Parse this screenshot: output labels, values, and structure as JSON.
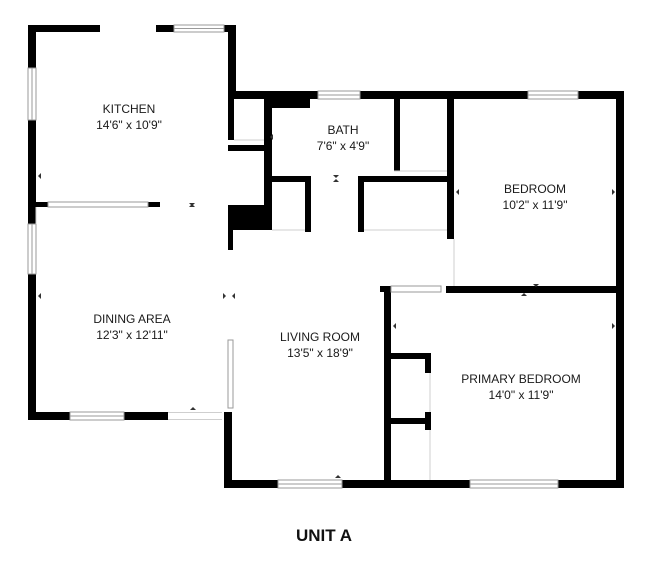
{
  "title": "UNIT A",
  "rooms": [
    {
      "name": "KITCHEN",
      "dims": "14'6\" x 10'9\""
    },
    {
      "name": "BATH",
      "dims": "7'6\" x 4'9\""
    },
    {
      "name": "BEDROOM",
      "dims": "10'2\" x 11'9\""
    },
    {
      "name": "DINING AREA",
      "dims": "12'3\" x 12'11\""
    },
    {
      "name": "LIVING ROOM",
      "dims": "13'5\" x 18'9\""
    },
    {
      "name": "PRIMARY BEDROOM",
      "dims": "14'0\" x 11'9\""
    }
  ],
  "colors": {
    "wall": "#000000",
    "window": "#9a9a9a",
    "text": "#1a1a1a"
  }
}
